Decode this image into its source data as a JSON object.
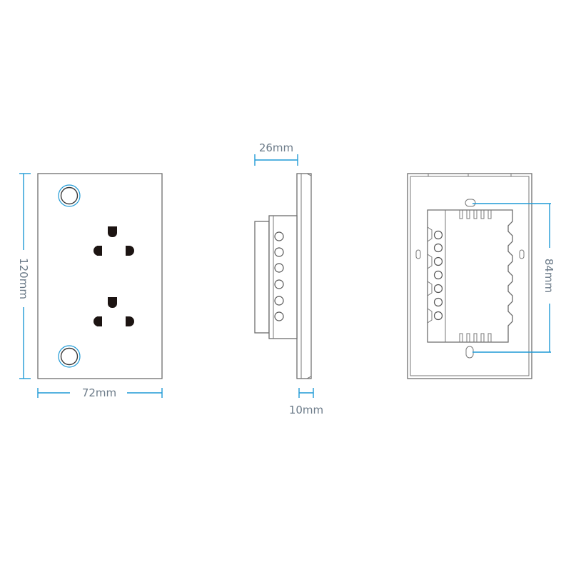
{
  "dimensions": {
    "height_front": "120mm",
    "width_front": "72mm",
    "depth_total": "26mm",
    "plate_thickness": "10mm",
    "mount_spacing": "84mm"
  },
  "colors": {
    "dimension_line": "#1e9ad6",
    "outline": "#6d6d6d",
    "socket": "#1c1412",
    "text": "#6b7a88"
  },
  "views": [
    "front-view",
    "side-view",
    "back-view"
  ]
}
